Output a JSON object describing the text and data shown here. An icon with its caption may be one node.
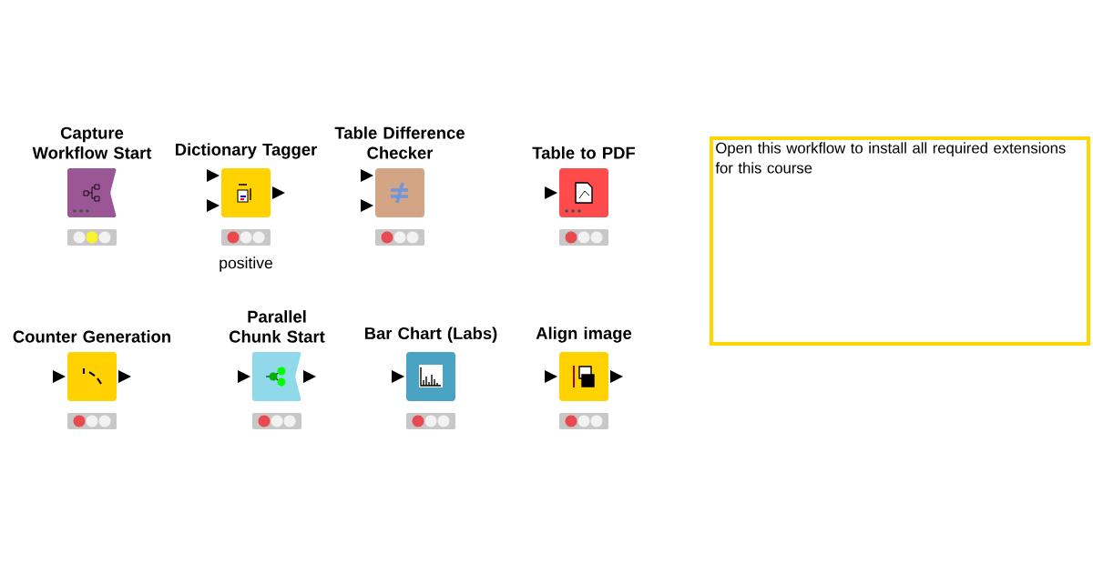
{
  "diagram": {
    "nodes": [
      {
        "text": [
          "Capture Workflow Start"
        ]
      },
      {
        "text": [
          "Dictionary Tagger"
        ],
        "beside": [
          "positive"
        ]
      },
      {
        "text": [
          "Table Difference Checker"
        ]
      },
      {
        "text": [
          "Table to PDF"
        ]
      },
      {
        "text": [
          "Counter Generation"
        ]
      },
      {
        "text": [
          "Parallel Chunk Start"
        ]
      },
      {
        "text": [
          "Bar Chart (Labs)"
        ]
      },
      {
        "text": [
          "Align image"
        ]
      },
      {
        "text": [
          "Open this workflow to install all required extensions for this course"
        ]
      }
    ]
  }
}
